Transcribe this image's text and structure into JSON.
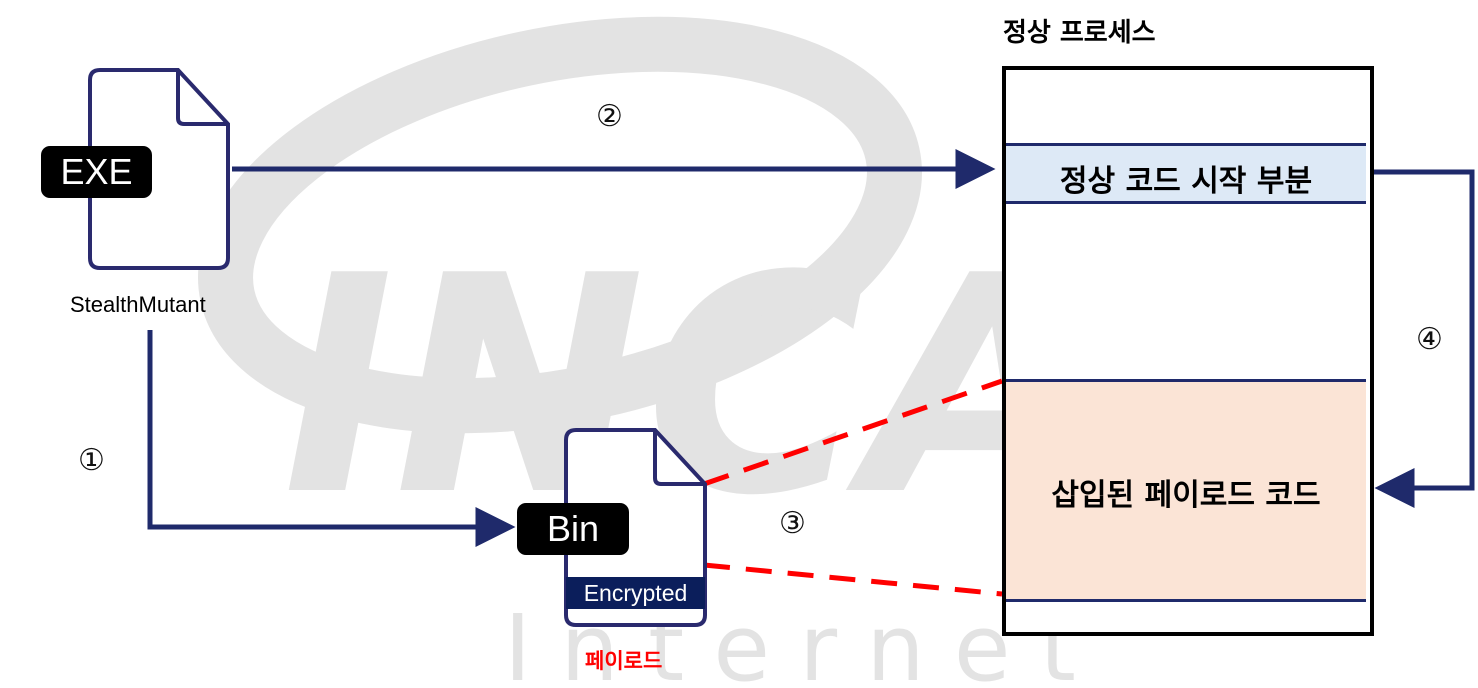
{
  "watermark": {
    "brand": "INCA",
    "subtitle": "I n t e r n e t",
    "color": "#d9d9d9"
  },
  "exe_file": {
    "badge": "EXE",
    "name": "StealthMutant"
  },
  "bin_file": {
    "badge": "Bin",
    "tag": "Encrypted",
    "caption": "페이로드",
    "caption_color": "#ff0000"
  },
  "process": {
    "title": "정상 프로세스",
    "start_segment": {
      "label": "정상 코드 시작 부분",
      "fill": "#dde9f6"
    },
    "payload_segment": {
      "label": "삽입된 페이로드 코드",
      "fill": "#fbe4d6"
    }
  },
  "steps": {
    "s1": "①",
    "s2": "②",
    "s3": "③",
    "s4": "④"
  },
  "colors": {
    "arrow": "#1f2a6b",
    "dashed": "#ff0000",
    "doc_outline": "#2a2a6e"
  }
}
